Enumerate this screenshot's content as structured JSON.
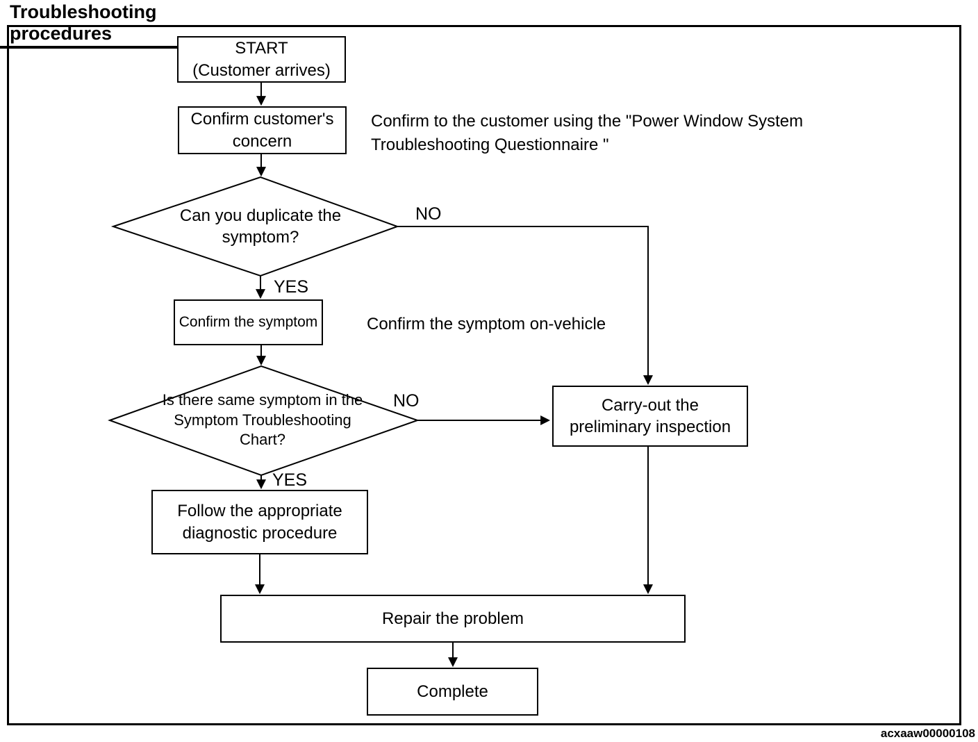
{
  "page": {
    "title": "Troubleshooting procedures",
    "figure_code": "acxaaw00000108"
  },
  "colors": {
    "ink": "#000000",
    "paper": "#ffffff"
  },
  "flowchart": {
    "nodes": {
      "start": "START\n(Customer arrives)",
      "confirm_concern": "Confirm customer's\nconcern",
      "decision_duplicate": "Can you duplicate the\nsymptom?",
      "confirm_symptom": "Confirm the symptom",
      "decision_same_symptom": "Is there same symptom in the\nSymptom Troubleshooting\nChart?",
      "carry_out_inspection": "Carry-out the\npreliminary inspection",
      "follow_procedure": "Follow the appropriate\ndiagnostic procedure",
      "repair_problem": "Repair the problem",
      "complete": "Complete"
    },
    "branch_labels": {
      "duplicate_no": "NO",
      "duplicate_yes": "YES",
      "same_symptom_no": "NO",
      "same_symptom_yes": "YES"
    },
    "annotations": {
      "confirm_concern_note": "Confirm to the customer using the \"Power Window System\nTroubleshooting Questionnaire \"",
      "confirm_symptom_note": "Confirm the symptom on-vehicle"
    }
  }
}
